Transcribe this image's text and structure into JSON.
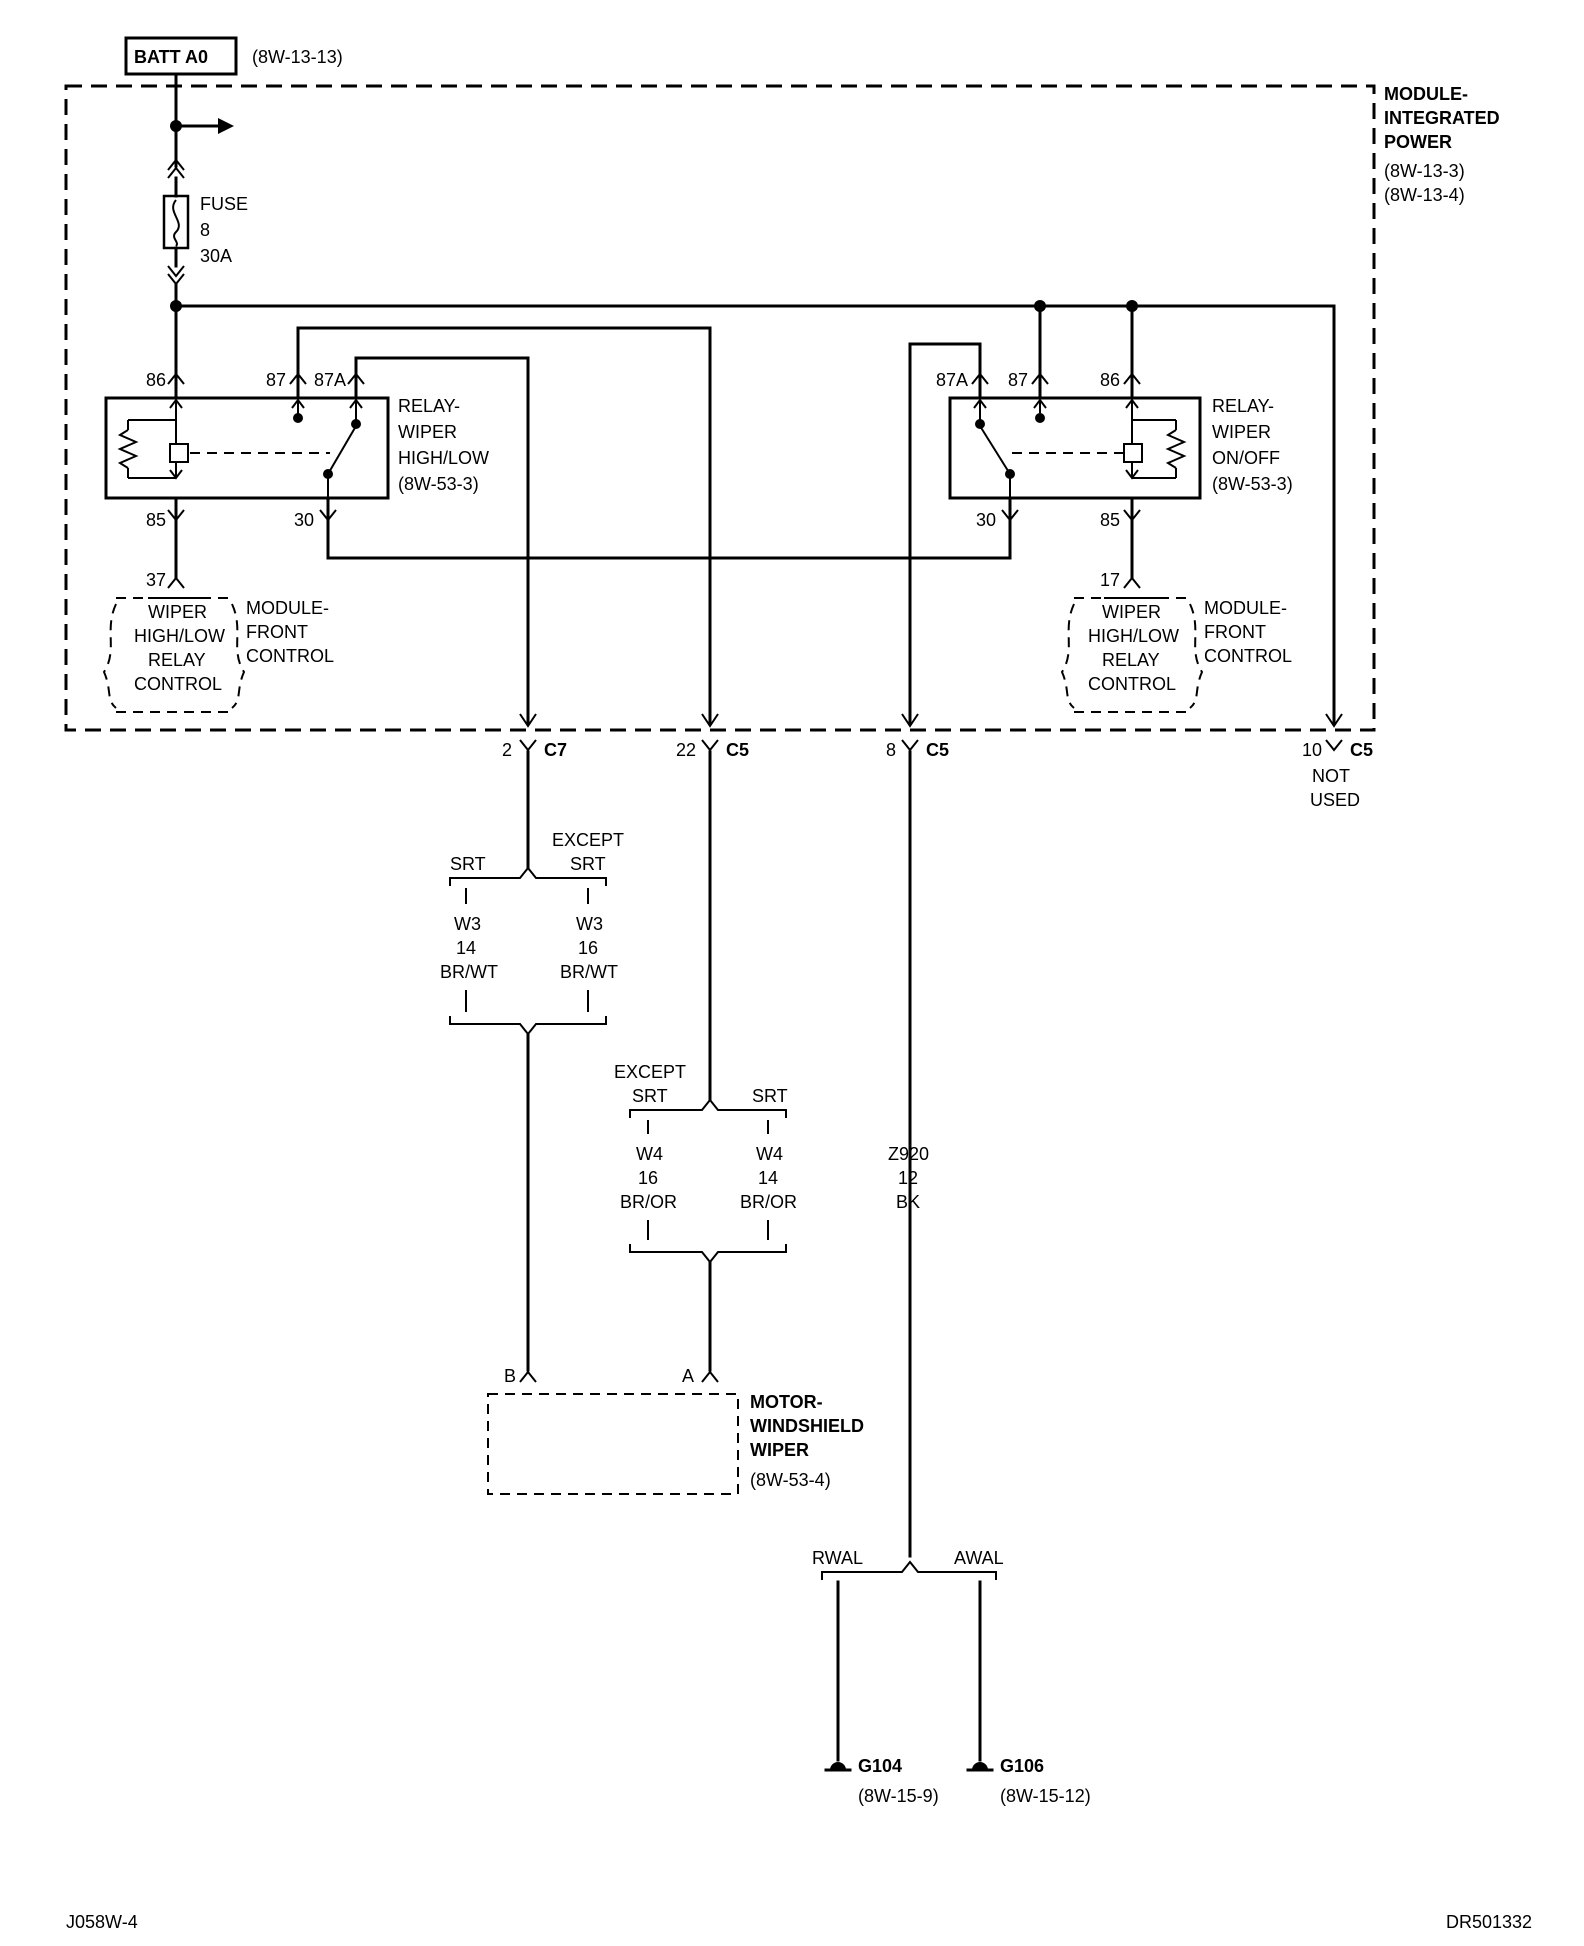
{
  "batt": {
    "label": "BATT A0",
    "ref": "(8W-13-13)"
  },
  "ipm": {
    "title1": "MODULE-",
    "title2": "INTEGRATED",
    "title3": "POWER",
    "ref1": "(8W-13-3)",
    "ref2": "(8W-13-4)"
  },
  "fuse": {
    "name": "FUSE",
    "number": "8",
    "rating": "30A"
  },
  "relay_hl": {
    "name1": "RELAY-",
    "name2": "WIPER",
    "name3": "HIGH/LOW",
    "ref": "(8W-53-3)",
    "pin86": "86",
    "pin87": "87",
    "pin87a": "87A",
    "pin85": "85",
    "pin30": "30"
  },
  "relay_onoff": {
    "name1": "RELAY-",
    "name2": "WIPER",
    "name3": "ON/OFF",
    "ref": "(8W-53-3)",
    "pin87a": "87A",
    "pin87": "87",
    "pin86": "86",
    "pin30": "30",
    "pin85": "85"
  },
  "fcm_left": {
    "pin": "37",
    "line1": "WIPER",
    "line2": "HIGH/LOW",
    "line3": "RELAY",
    "line4": "CONTROL",
    "mod1": "MODULE-",
    "mod2": "FRONT",
    "mod3": "CONTROL"
  },
  "fcm_right": {
    "pin": "17",
    "line1": "WIPER",
    "line2": "HIGH/LOW",
    "line3": "RELAY",
    "line4": "CONTROL",
    "mod1": "MODULE-",
    "mod2": "FRONT",
    "mod3": "CONTROL"
  },
  "connectors": {
    "c1_pin": "2",
    "c1_name": "C7",
    "c2_pin": "22",
    "c2_name": "C5",
    "c3_pin": "8",
    "c3_name": "C5",
    "c4_pin": "10",
    "c4_name": "C5",
    "c4_note1": "NOT",
    "c4_note2": "USED"
  },
  "w3": {
    "left_opt": "SRT",
    "right_opt1": "EXCEPT",
    "right_opt2": "SRT",
    "l_circuit": "W3",
    "l_gauge": "14",
    "l_color": "BR/WT",
    "r_circuit": "W3",
    "r_gauge": "16",
    "r_color": "BR/WT"
  },
  "w4": {
    "left_opt1": "EXCEPT",
    "left_opt2": "SRT",
    "right_opt": "SRT",
    "l_circuit": "W4",
    "l_gauge": "16",
    "l_color": "BR/OR",
    "r_circuit": "W4",
    "r_gauge": "14",
    "r_color": "BR/OR"
  },
  "z920": {
    "circuit": "Z920",
    "gauge": "12",
    "color": "BK",
    "left_opt": "RWAL",
    "right_opt": "AWAL"
  },
  "motor": {
    "pin_b": "B",
    "pin_a": "A",
    "name1": "MOTOR-",
    "name2": "WINDSHIELD",
    "name3": "WIPER",
    "ref": "(8W-53-4)"
  },
  "grounds": {
    "g1": "G104",
    "g1_ref": "(8W-15-9)",
    "g2": "G106",
    "g2_ref": "(8W-15-12)"
  },
  "footer": {
    "left": "J058W-4",
    "right": "DR501332"
  }
}
